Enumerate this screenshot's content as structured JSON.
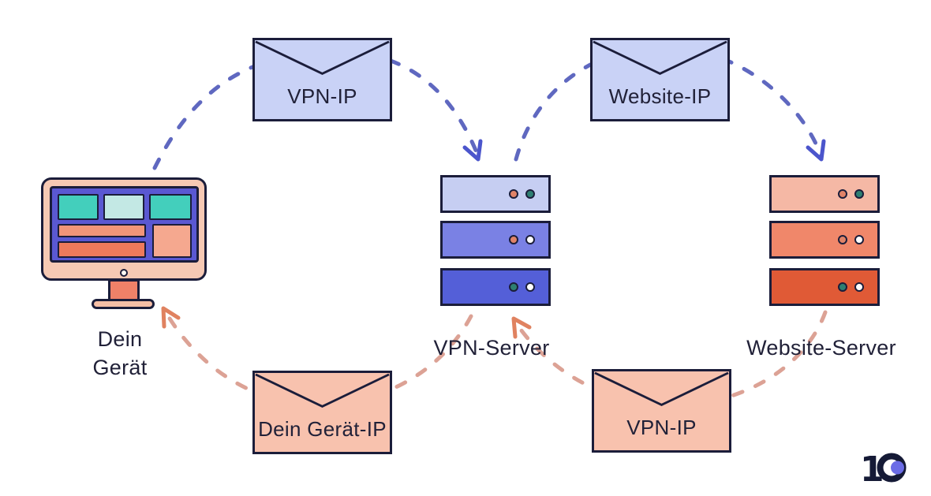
{
  "palette": {
    "outline": "#1b1d3a",
    "text": "#212138",
    "arrow_blue": "#5f68c0",
    "arrowhead_blue": "#4b55cc",
    "arrow_salmon": "#dca295",
    "arrowhead_salmon": "#e08260",
    "envelope_blue": "#c9d2f6",
    "envelope_salmon": "#f8c2ae",
    "logo_navy": "#151a36",
    "logo_purple": "#6b6ce6"
  },
  "envelopes": {
    "top_left": {
      "label": "VPN-IP"
    },
    "top_right": {
      "label": "Website-IP"
    },
    "bottom_left": {
      "label": "Dein Gerät-IP"
    },
    "bottom_right": {
      "label": "VPN-IP"
    }
  },
  "device": {
    "label_line1": "Dein",
    "label_line2": "Gerät",
    "frame_fill": "#f6c9b4",
    "screen_fill": "#5a58d2",
    "tile_teal": "#43cfbc",
    "tile_cyan": "#c3e8e4",
    "tile_salmon_light": "#f5a88f",
    "tile_salmon": "#f19579",
    "tile_coral": "#ee7a5b",
    "stand_fill": "#ef8168",
    "base_fill": "#f6bfa6"
  },
  "vpn_server": {
    "label": "VPN-Server",
    "slabs": [
      {
        "fill": "#c6cef2",
        "dots": [
          "#e08368",
          "#2e7f72"
        ]
      },
      {
        "fill": "#7a81e4",
        "dots": [
          "#e08368",
          "#ffffff"
        ]
      },
      {
        "fill": "#545fd8",
        "dots": [
          "#2e7f72",
          "#ffffff"
        ]
      }
    ]
  },
  "website_server": {
    "label": "Website-Server",
    "slabs": [
      {
        "fill": "#f5b8a5",
        "dots": [
          "#e08368",
          "#2e7f72"
        ]
      },
      {
        "fill": "#f0876a",
        "dots": [
          "#e08368",
          "#ffffff"
        ]
      },
      {
        "fill": "#e05a36",
        "dots": [
          "#2e7f72",
          "#ffffff"
        ]
      }
    ]
  },
  "logo": {
    "text": "1"
  }
}
